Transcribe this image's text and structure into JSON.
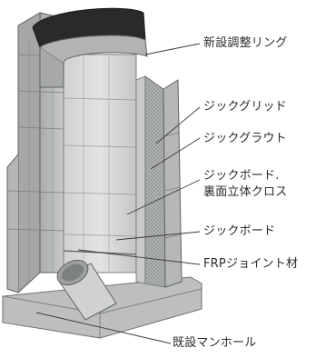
{
  "labels": {
    "adjust_ring": "新設調整リング",
    "jig_grid": "ジックグリッド",
    "jig_grout": "ジックグラウト",
    "jig_board_cross_line1": "ジックボード.",
    "jig_board_cross_line2": "裏面立体クロス",
    "jig_board": "ジックボード",
    "frp_joint": "FRPジョイント材",
    "existing_manhole": "既設マンホール"
  },
  "colors": {
    "concrete": "#b9bcb8",
    "concrete_dark": "#8d918d",
    "inner_wall": "#d3d6d3",
    "board": "#c6c9c6",
    "grid": "#aeb1ae",
    "ring_top": "#2a2a2a",
    "leader": "#3a3a3a"
  }
}
